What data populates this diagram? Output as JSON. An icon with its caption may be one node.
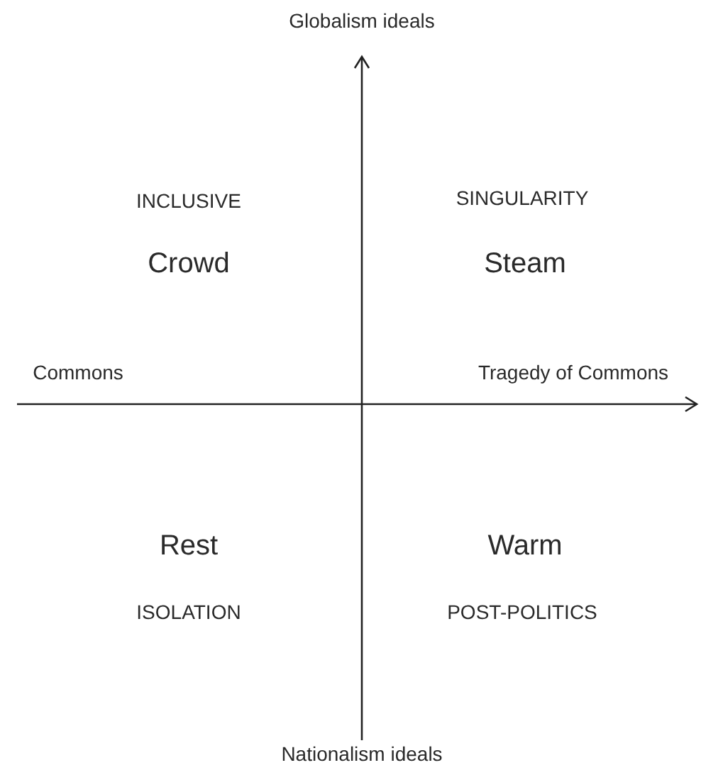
{
  "diagram": {
    "labels": [
      "Globalism ideals",
      "INCLUSIVE",
      "SINGULARITY",
      "Crowd",
      "Steam",
      "Commons",
      "Tragedy of Commons",
      "Rest",
      "Warm",
      "ISOLATION",
      "POST-POLITICS",
      "Nationalism ideals"
    ]
  }
}
